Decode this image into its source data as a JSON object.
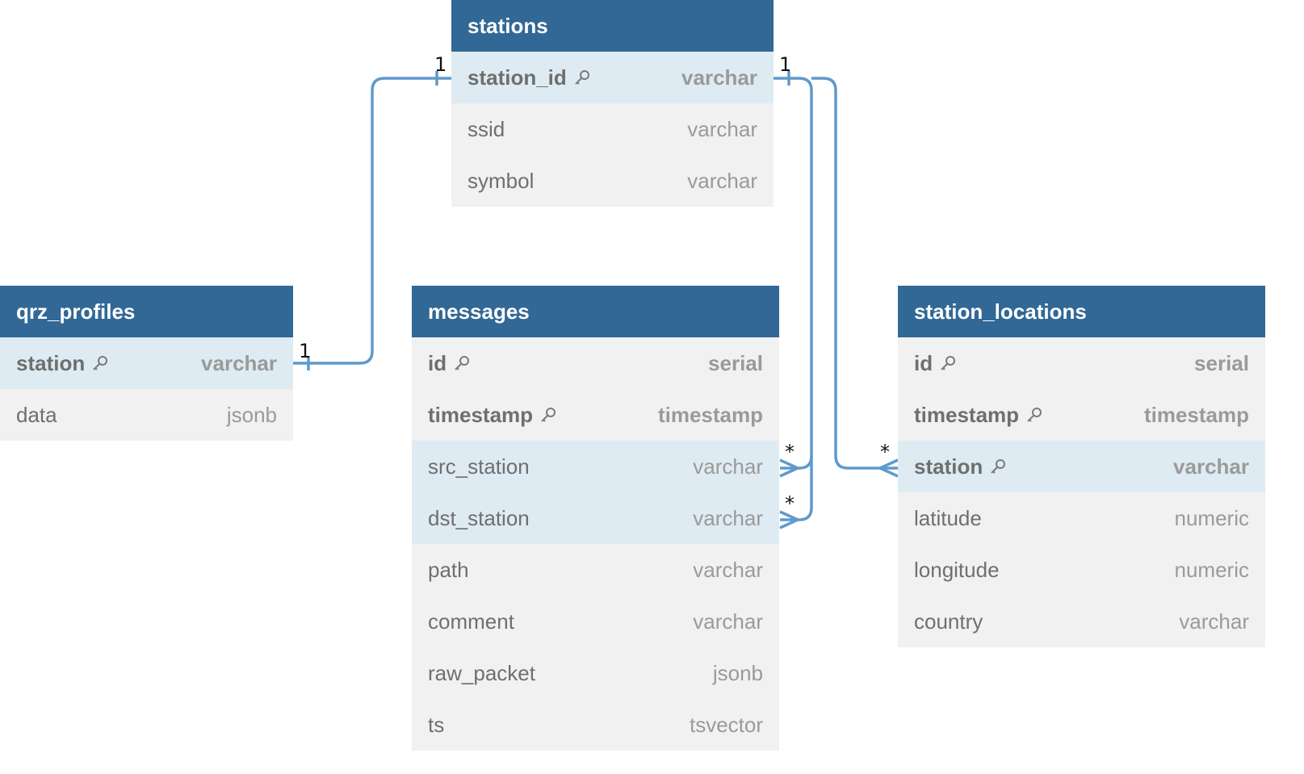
{
  "colors": {
    "header": "#316895",
    "row": "#f1f1f1",
    "row_highlight": "#deebf2",
    "edge": "#5f9acb"
  },
  "tables": {
    "stations": {
      "title": "stations",
      "fields": [
        {
          "name": "station_id",
          "type": "varchar",
          "pk": true,
          "highlight": true
        },
        {
          "name": "ssid",
          "type": "varchar"
        },
        {
          "name": "symbol",
          "type": "varchar"
        }
      ]
    },
    "qrz_profiles": {
      "title": "qrz_profiles",
      "fields": [
        {
          "name": "station",
          "type": "varchar",
          "pk": true,
          "highlight": true
        },
        {
          "name": "data",
          "type": "jsonb"
        }
      ]
    },
    "messages": {
      "title": "messages",
      "fields": [
        {
          "name": "id",
          "type": "serial",
          "pk": true
        },
        {
          "name": "timestamp",
          "type": "timestamp",
          "pk": true
        },
        {
          "name": "src_station",
          "type": "varchar",
          "highlight": true
        },
        {
          "name": "dst_station",
          "type": "varchar",
          "highlight": true
        },
        {
          "name": "path",
          "type": "varchar"
        },
        {
          "name": "comment",
          "type": "varchar"
        },
        {
          "name": "raw_packet",
          "type": "jsonb"
        },
        {
          "name": "ts",
          "type": "tsvector"
        }
      ]
    },
    "station_locations": {
      "title": "station_locations",
      "fields": [
        {
          "name": "id",
          "type": "serial",
          "pk": true
        },
        {
          "name": "timestamp",
          "type": "timestamp",
          "pk": true
        },
        {
          "name": "station",
          "type": "varchar",
          "pk": true,
          "highlight": true
        },
        {
          "name": "latitude",
          "type": "numeric"
        },
        {
          "name": "longitude",
          "type": "numeric"
        },
        {
          "name": "country",
          "type": "varchar"
        }
      ]
    }
  },
  "relations": [
    {
      "from": "stations.station_id",
      "to": "qrz_profiles.station",
      "from_card": "1",
      "to_card": "1"
    },
    {
      "from": "stations.station_id",
      "to": "messages.src_station",
      "from_card": "1",
      "to_card": "*"
    },
    {
      "from": "stations.station_id",
      "to": "messages.dst_station",
      "from_card": "1",
      "to_card": "*"
    },
    {
      "from": "stations.station_id",
      "to": "station_locations.station",
      "from_card": "1",
      "to_card": "*"
    }
  ],
  "labels": {
    "card_one": "1",
    "card_many": "*"
  }
}
